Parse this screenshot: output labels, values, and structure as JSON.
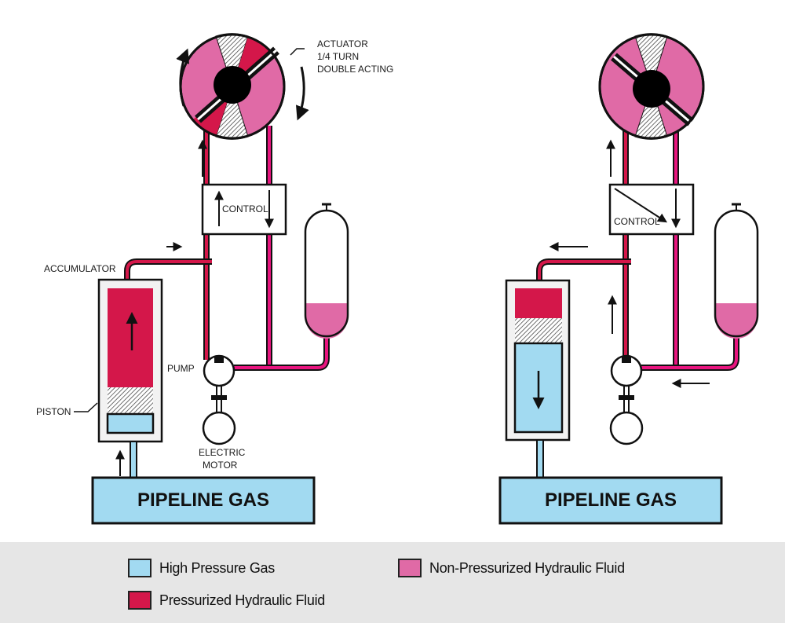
{
  "colors": {
    "high_pressure_gas": "#a2daf1",
    "pressurized_fluid": "#d4174a",
    "non_pressurized_fluid": "#e06aa6",
    "return_pipe": "#e8157f",
    "outline": "#111111",
    "legend_bg": "#e6e6e6"
  },
  "left_panel": {
    "actuator_label": [
      "ACTUATOR",
      "1/4 TURN",
      "DOUBLE ACTING"
    ],
    "control_label": "CONTROL",
    "accumulator_label": "ACCUMULATOR",
    "piston_label": "PISTON",
    "pump_label": "PUMP",
    "motor_label": [
      "ELECTRIC",
      "MOTOR"
    ],
    "pipeline_label": "PIPELINE GAS"
  },
  "right_panel": {
    "control_label": "CONTROL",
    "pipeline_label": "PIPELINE GAS"
  },
  "legend": [
    {
      "label": "High Pressure Gas",
      "color": "#a2daf1"
    },
    {
      "label": "Non-Pressurized Hydraulic Fluid",
      "color": "#e06aa6"
    },
    {
      "label": "Pressurized Hydraulic Fluid",
      "color": "#d4174a"
    }
  ]
}
